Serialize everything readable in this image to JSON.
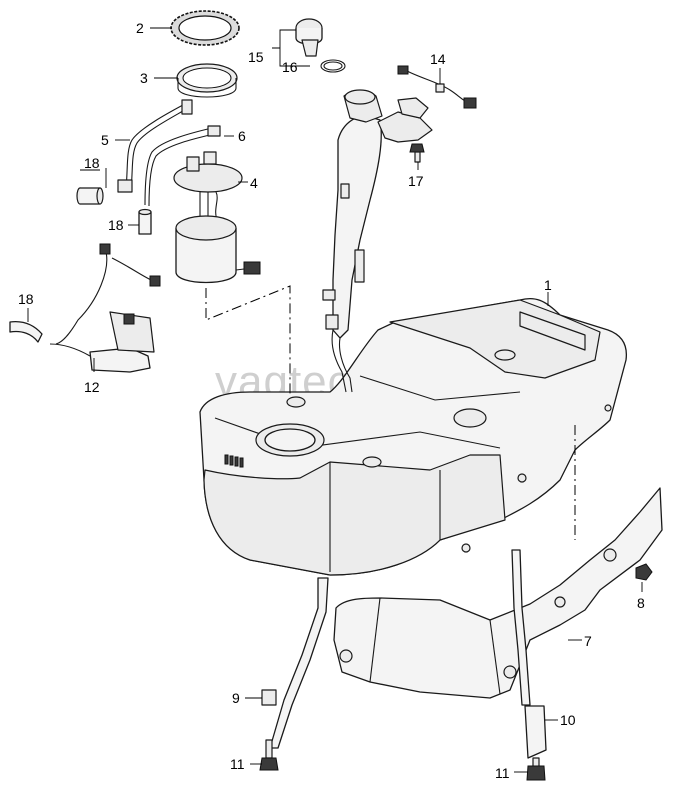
{
  "watermark": "vagtec.ru",
  "callouts": [
    {
      "id": "c1",
      "text": "1"
    },
    {
      "id": "c2",
      "text": "2"
    },
    {
      "id": "c3",
      "text": "3"
    },
    {
      "id": "c4",
      "text": "4"
    },
    {
      "id": "c5",
      "text": "5"
    },
    {
      "id": "c6",
      "text": "6"
    },
    {
      "id": "c7",
      "text": "7"
    },
    {
      "id": "c8",
      "text": "8"
    },
    {
      "id": "c9",
      "text": "9"
    },
    {
      "id": "c10",
      "text": "10"
    },
    {
      "id": "c11a",
      "text": "11"
    },
    {
      "id": "c11b",
      "text": "11"
    },
    {
      "id": "c12",
      "text": "12"
    },
    {
      "id": "c14",
      "text": "14"
    },
    {
      "id": "c15",
      "text": "15"
    },
    {
      "id": "c16",
      "text": "16"
    },
    {
      "id": "c17",
      "text": "17"
    },
    {
      "id": "c18a",
      "text": "18"
    },
    {
      "id": "c18b",
      "text": "18"
    },
    {
      "id": "c18c",
      "text": "18"
    }
  ]
}
